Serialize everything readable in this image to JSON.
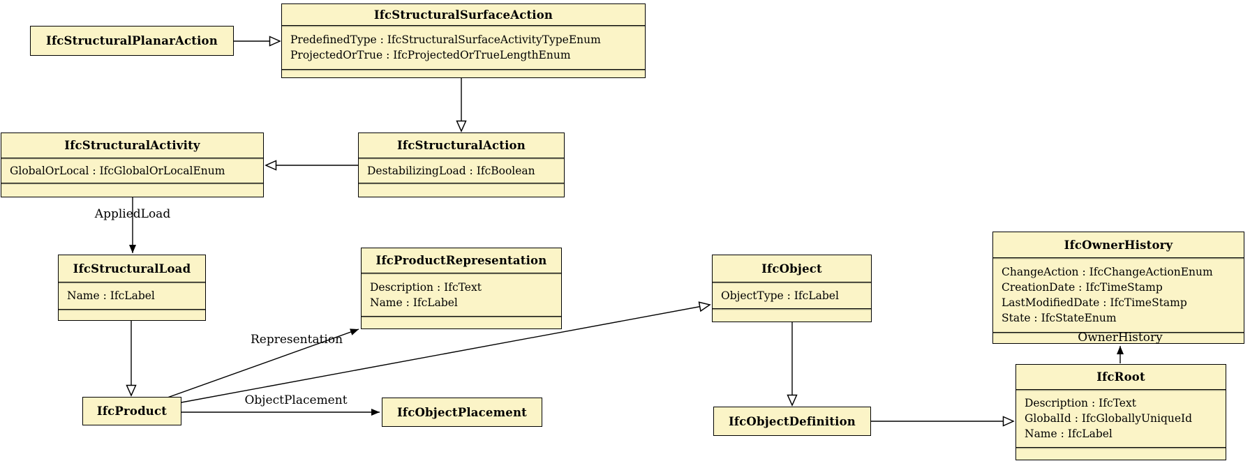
{
  "diagram_title": "IFC structural action class diagram",
  "colors": {
    "box_fill": "#fbf4c7",
    "border": "#000000",
    "background": "#ffffff"
  },
  "classes": [
    {
      "id": "planar",
      "title": "IfcStructuralPlanarAction",
      "attributes": []
    },
    {
      "id": "surface",
      "title": "IfcStructuralSurfaceAction",
      "attributes": [
        "PredefinedType : IfcStructuralSurfaceActivityTypeEnum",
        "ProjectedOrTrue : IfcProjectedOrTrueLengthEnum"
      ]
    },
    {
      "id": "activity",
      "title": "IfcStructuralActivity",
      "attributes": [
        "GlobalOrLocal : IfcGlobalOrLocalEnum"
      ]
    },
    {
      "id": "action",
      "title": "IfcStructuralAction",
      "attributes": [
        "DestabilizingLoad : IfcBoolean"
      ]
    },
    {
      "id": "load",
      "title": "IfcStructuralLoad",
      "attributes": [
        "Name : IfcLabel"
      ]
    },
    {
      "id": "prodrep",
      "title": "IfcProductRepresentation",
      "attributes": [
        "Description : IfcText",
        "Name : IfcLabel"
      ]
    },
    {
      "id": "object",
      "title": "IfcObject",
      "attributes": [
        "ObjectType : IfcLabel"
      ]
    },
    {
      "id": "owner",
      "title": "IfcOwnerHistory",
      "attributes": [
        "ChangeAction : IfcChangeActionEnum",
        "CreationDate : IfcTimeStamp",
        "LastModifiedDate : IfcTimeStamp",
        "State : IfcStateEnum"
      ]
    },
    {
      "id": "product",
      "title": "IfcProduct",
      "attributes": []
    },
    {
      "id": "objplace",
      "title": "IfcObjectPlacement",
      "attributes": []
    },
    {
      "id": "objdef",
      "title": "IfcObjectDefinition",
      "attributes": []
    },
    {
      "id": "root",
      "title": "IfcRoot",
      "attributes": [
        "Description : IfcText",
        "GlobalId : IfcGloballyUniqueId",
        "Name : IfcLabel"
      ]
    }
  ],
  "relationships": [
    {
      "from": "IfcStructuralPlanarAction",
      "to": "IfcStructuralSurfaceAction",
      "type": "inheritance",
      "label": ""
    },
    {
      "from": "IfcStructuralSurfaceAction",
      "to": "IfcStructuralAction",
      "type": "inheritance",
      "label": ""
    },
    {
      "from": "IfcStructuralAction",
      "to": "IfcStructuralActivity",
      "type": "inheritance",
      "label": ""
    },
    {
      "from": "IfcStructuralActivity",
      "to": "IfcStructuralLoad",
      "type": "association",
      "label": "AppliedLoad"
    },
    {
      "from": "IfcStructuralLoad",
      "to": "IfcProduct",
      "type": "inheritance",
      "label": ""
    },
    {
      "from": "IfcProduct",
      "to": "IfcProductRepresentation",
      "type": "association",
      "label": "Representation"
    },
    {
      "from": "IfcProduct",
      "to": "IfcObject",
      "type": "inheritance",
      "label": ""
    },
    {
      "from": "IfcProduct",
      "to": "IfcObjectPlacement",
      "type": "association",
      "label": "ObjectPlacement"
    },
    {
      "from": "IfcObject",
      "to": "IfcObjectDefinition",
      "type": "inheritance",
      "label": ""
    },
    {
      "from": "IfcObjectDefinition",
      "to": "IfcRoot",
      "type": "inheritance",
      "label": ""
    },
    {
      "from": "IfcRoot",
      "to": "IfcOwnerHistory",
      "type": "association",
      "label": "OwnerHistory"
    }
  ]
}
